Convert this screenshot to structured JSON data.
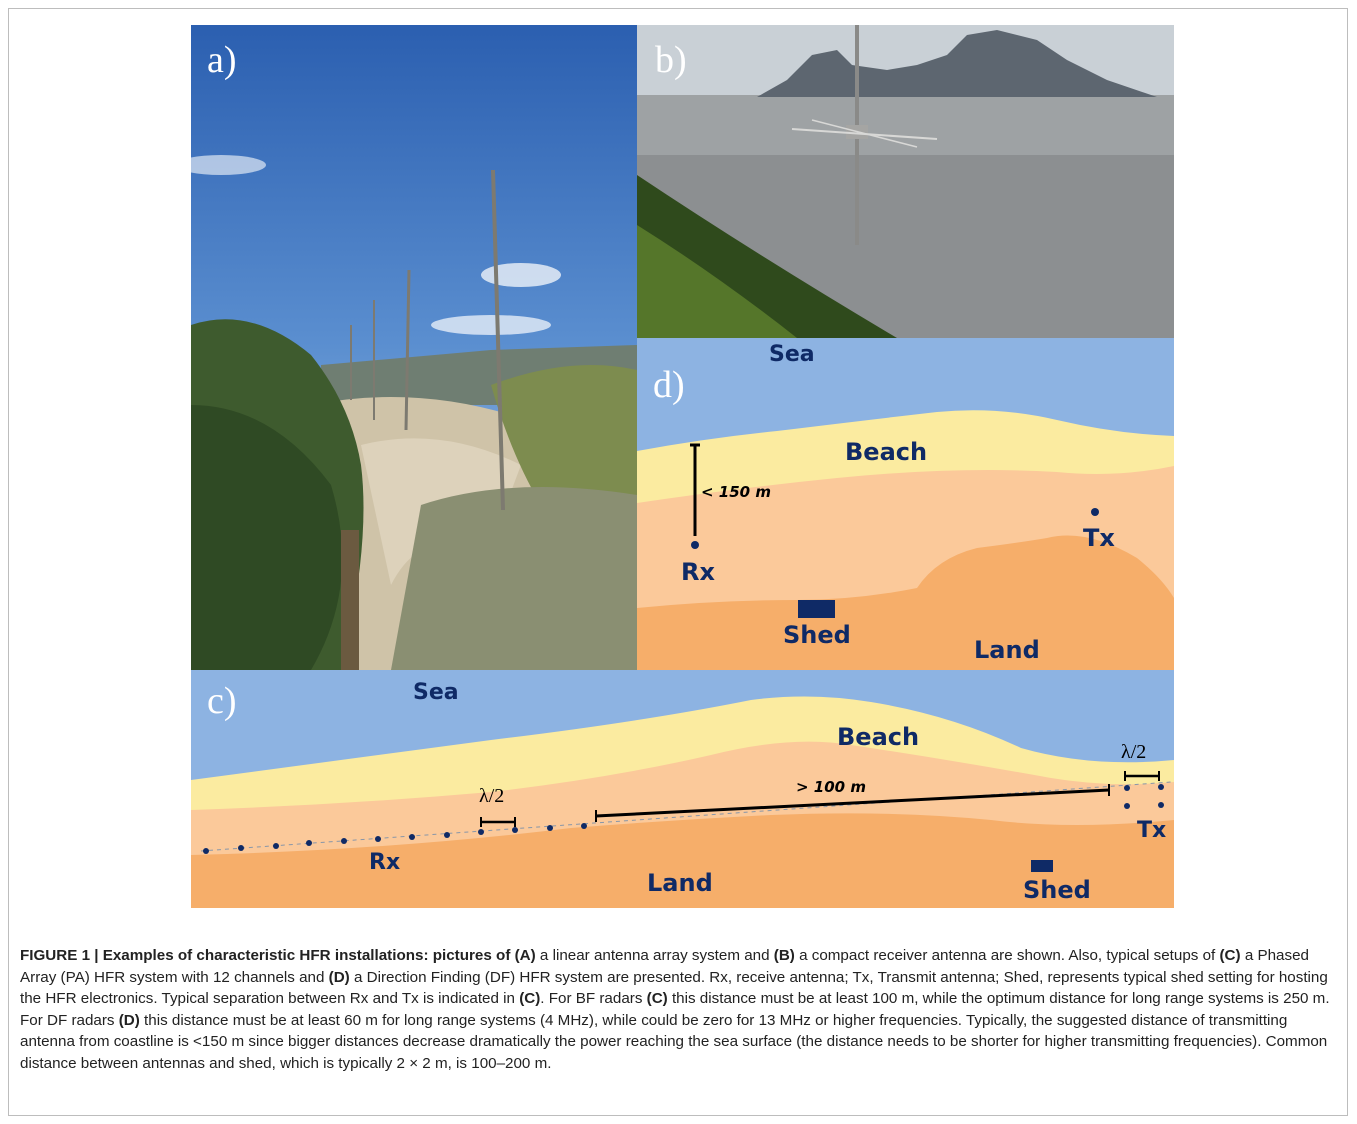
{
  "figure": {
    "panels": {
      "a": {
        "letter": "a)"
      },
      "b": {
        "letter": "b)"
      },
      "d": {
        "letter": "d)",
        "labels": {
          "sea": "Sea",
          "beach": "Beach",
          "distance": "< 150 m",
          "rx": "Rx",
          "tx": "Tx",
          "shed": "Shed",
          "land": "Land"
        },
        "colors": {
          "sea": "#8db3e2",
          "beach": "#fbeba0",
          "land_light": "#fbc99a",
          "land_dark": "#f6ae6a",
          "marker": "#0f2a66"
        }
      },
      "c": {
        "letter": "c)",
        "labels": {
          "sea": "Sea",
          "beach": "Beach",
          "distance": "> 100 m",
          "lambda_left": "λ/2",
          "lambda_right": "λ/2",
          "rx": "Rx",
          "tx": "Tx",
          "land": "Land",
          "shed": "Shed"
        }
      }
    },
    "caption": {
      "title": "FIGURE 1 | Examples of characteristic HFR installations: pictures of (A)",
      "s1": " a linear antenna array system and ",
      "b1": "(B)",
      "s2": " a compact receiver antenna are shown. Also, typical setups of ",
      "b2": "(C)",
      "s3": " a Phased Array (PA) HFR system with 12 channels and ",
      "b3": "(D)",
      "s4": " a Direction Finding (DF) HFR system are presented. Rx, receive antenna; Tx, Transmit antenna; Shed, represents typical shed setting for hosting the HFR electronics. Typical separation between Rx and Tx is indicated in ",
      "b4": "(C)",
      "s5": ". For BF radars ",
      "b5": "(C)",
      "s6": " this distance must be at least 100 m, while the optimum distance for long range systems is 250 m. For DF radars ",
      "b6": "(D)",
      "s7": " this distance must be at least 60 m for long range systems (4 MHz), while could be zero for 13 MHz or higher frequencies. Typically, the suggested distance of transmitting antenna from coastline is <150 m since bigger distances decrease dramatically the power reaching the sea surface (the distance needs to be shorter for higher transmitting frequencies). Common distance between antennas and shed, which is typically 2 × 2 m, is 100–200 m."
    }
  }
}
